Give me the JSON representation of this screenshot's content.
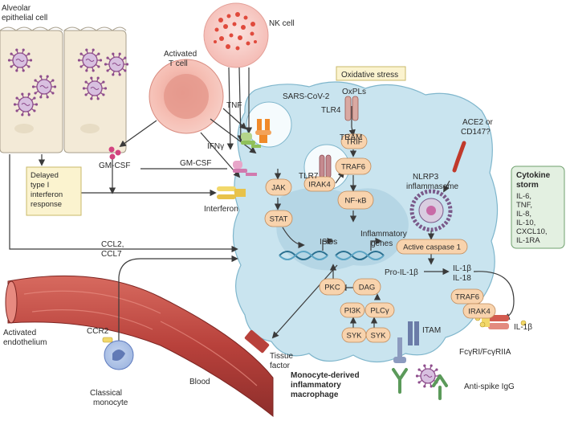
{
  "labels": {
    "alveolar_cell": [
      "Alveolar",
      "epithelial cell"
    ],
    "activated_t_cell": [
      "Activated",
      "T cell"
    ],
    "nk_cell": "NK cell",
    "oxidative_stress": "Oxidative stress",
    "oxpls": "OxPLs",
    "sars_cov_2": "SARS-CoV-2",
    "tlr4": "TLR4",
    "tram": "TRAM",
    "tnf": "TNF",
    "ifn_gamma": "IFNγ",
    "gm_csf_cell": "GM-CSF",
    "gm_csf_receptor": "GM-CSF",
    "interferon": "Interferon",
    "delayed_response": [
      "Delayed",
      "type I",
      "interferon",
      "response"
    ],
    "ccl": [
      "CCL2,",
      "CCL7"
    ],
    "tlr7": "TLR7",
    "ace2": [
      "ACE2 or",
      "CD147?"
    ],
    "nlrp3": [
      "NLRP3",
      "inflammasome"
    ],
    "inflammatory_genes": [
      "Inflammatory",
      "genes"
    ],
    "isgs": "ISGs",
    "pro_il1b": "Pro-IL-1β",
    "il1b_il18": [
      "IL-1β",
      "IL-18"
    ],
    "il1b_out": "IL-1β",
    "itam": "ITAM",
    "fc_receptor": "FcγRI/FcγRIIA",
    "anti_spike": "Anti-spike IgG",
    "tissue_factor": [
      "Tissue",
      "factor"
    ],
    "macrophage": [
      "Monocyte-derived",
      "inflammatory",
      "macrophage"
    ],
    "activated_endothelium": [
      "Activated",
      "endothelium"
    ],
    "ccr2": "CCR2",
    "classical_monocyte": [
      "Classical",
      "monocyte"
    ],
    "blood": "Blood"
  },
  "pills": {
    "jak": "JAK",
    "stat": "STAT",
    "trif": "TRIF",
    "traf6_top": "TRAF6",
    "irak4_top": "IRAK4",
    "nfkb": "NF-κB",
    "active_caspase": "Active caspase 1",
    "pkc": "PKC",
    "dag": "DAG",
    "pi3k": "PI3K",
    "plcg": "PLCγ",
    "syk1": "SYK",
    "syk2": "SYK",
    "traf6_bottom": "TRAF6",
    "irak4_bottom": "IRAK4"
  },
  "storm": {
    "title": [
      "Cytokine",
      "storm"
    ],
    "items": [
      "IL-6,",
      "TNF,",
      "IL-8,",
      "IL-10,",
      "CXCL10,",
      "IL-1RA"
    ]
  },
  "colors": {
    "macrophage": "#c9e4ef",
    "pill": "#f8d3ad",
    "epithelium": "#f3ead7",
    "t_cell": "#f1a498",
    "nk_cell": "#f6c4be",
    "virus": "#8e4d8c",
    "storm_box": "#e3f0e1",
    "vessel": "#c04a44"
  }
}
